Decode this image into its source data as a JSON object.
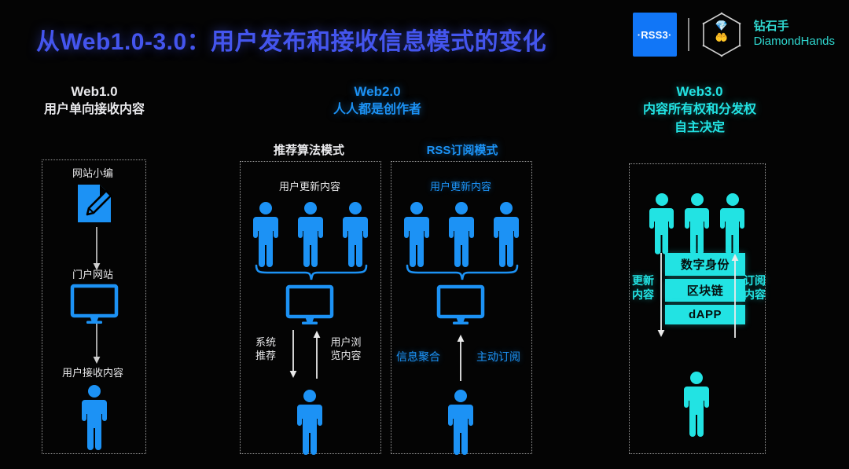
{
  "header": {
    "title": "从Web1.0-3.0：用户发布和接收信息模式的变化",
    "rss3_logo_text": "·RSS3·",
    "brand_cn": "钻石手",
    "brand_en": "DiamondHands",
    "gem_icon": "💎",
    "hand_icon": "🤲"
  },
  "colors": {
    "blue": "#1c92f5",
    "cyan": "#22e3e3",
    "title_blue": "#4455ee",
    "rss3_blue": "#1176f7",
    "white": "#e9e9ec",
    "background": "#040404"
  },
  "columns": {
    "web1": {
      "heading": "Web1.0",
      "subheading": "用户单向接收内容",
      "nodes": [
        {
          "label": "网站小编",
          "icon": "document-pencil-icon"
        },
        {
          "label": "门户网站",
          "icon": "monitor-icon"
        },
        {
          "label": "用户接收内容",
          "icon": "person-icon"
        }
      ]
    },
    "web2": {
      "heading": "Web2.0",
      "subheading": "人人都是创作者",
      "left_panel": {
        "title": "推荐算法模式",
        "top_label": "用户更新内容",
        "people_count": 3,
        "device": "monitor-icon",
        "down_label": "系统\n推荐",
        "up_label": "用户浏\n览内容",
        "bottom_person": "person-icon"
      },
      "right_panel": {
        "title": "RSS订阅模式",
        "top_label": "用户更新内容",
        "people_count": 3,
        "device": "monitor-icon",
        "left_label": "信息聚合",
        "right_label": "主动订阅",
        "bottom_person": "person-icon"
      }
    },
    "web3": {
      "heading": "Web3.0",
      "subheading1": "内容所有权和分发权",
      "subheading2": "自主决定",
      "people_count": 3,
      "left_label": "更新\n内容",
      "right_label": "订阅\n内容",
      "stack": [
        "数字身份",
        "区块链",
        "dAPP"
      ],
      "bottom_person": "person-icon"
    }
  }
}
